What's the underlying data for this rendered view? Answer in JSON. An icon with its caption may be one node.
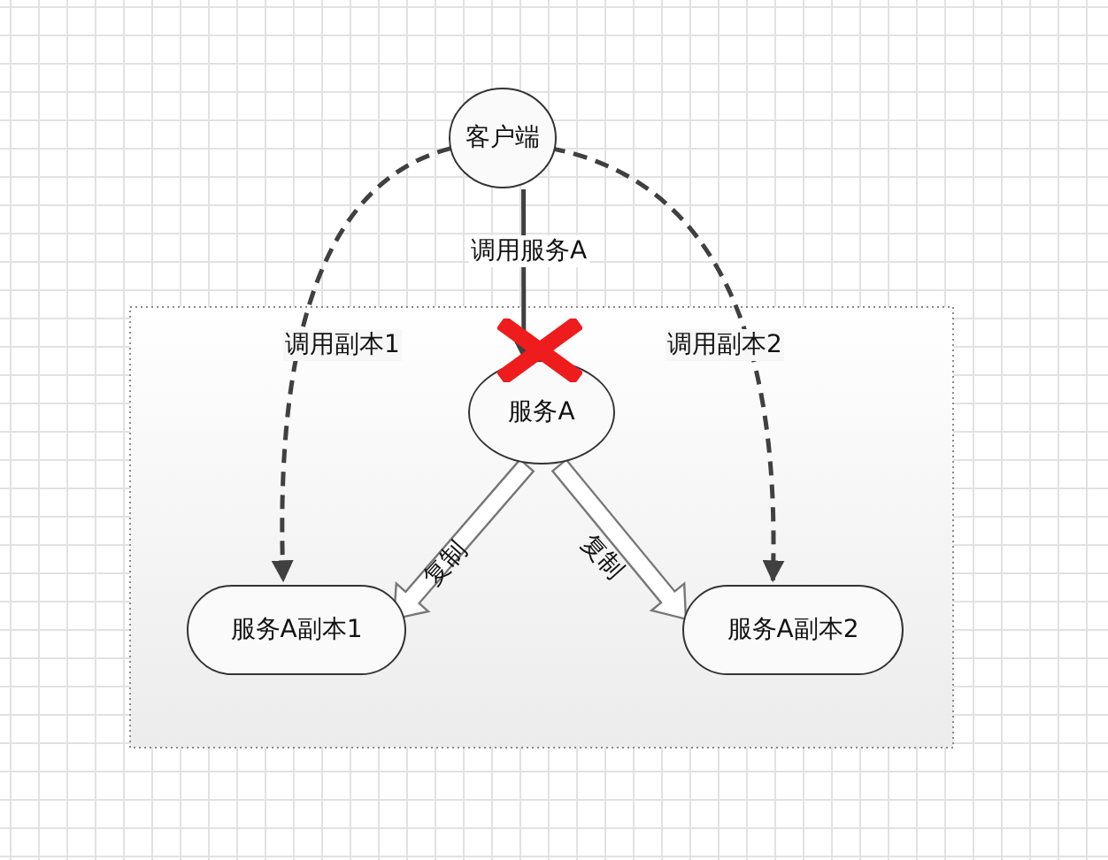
{
  "diagram": {
    "nodes": [
      {
        "text": [
          "客户端"
        ]
      },
      {
        "text": [],
        "shape": "box"
      },
      {
        "text": [
          "服务A"
        ],
        "in": 1
      },
      {
        "text": [
          "服务A副本1"
        ],
        "in": 1
      },
      {
        "text": [
          "服务A副本2"
        ],
        "in": 1
      }
    ],
    "edges": [
      {
        "from": 0,
        "to": 2,
        "arrow": "to",
        "label": "调用服务A"
      },
      {
        "from": 0,
        "to": 3,
        "arrow": "to",
        "label": "调用副本1",
        "style": "dashed"
      },
      {
        "from": 0,
        "to": 4,
        "arrow": "to",
        "label": "调用副本2",
        "style": "dashed"
      },
      {
        "from": 2,
        "to": 3,
        "arrow": "to",
        "label": "复制",
        "style": "thick"
      },
      {
        "from": 2,
        "to": 4,
        "arrow": "to",
        "label": "复制",
        "style": "thick"
      }
    ]
  }
}
